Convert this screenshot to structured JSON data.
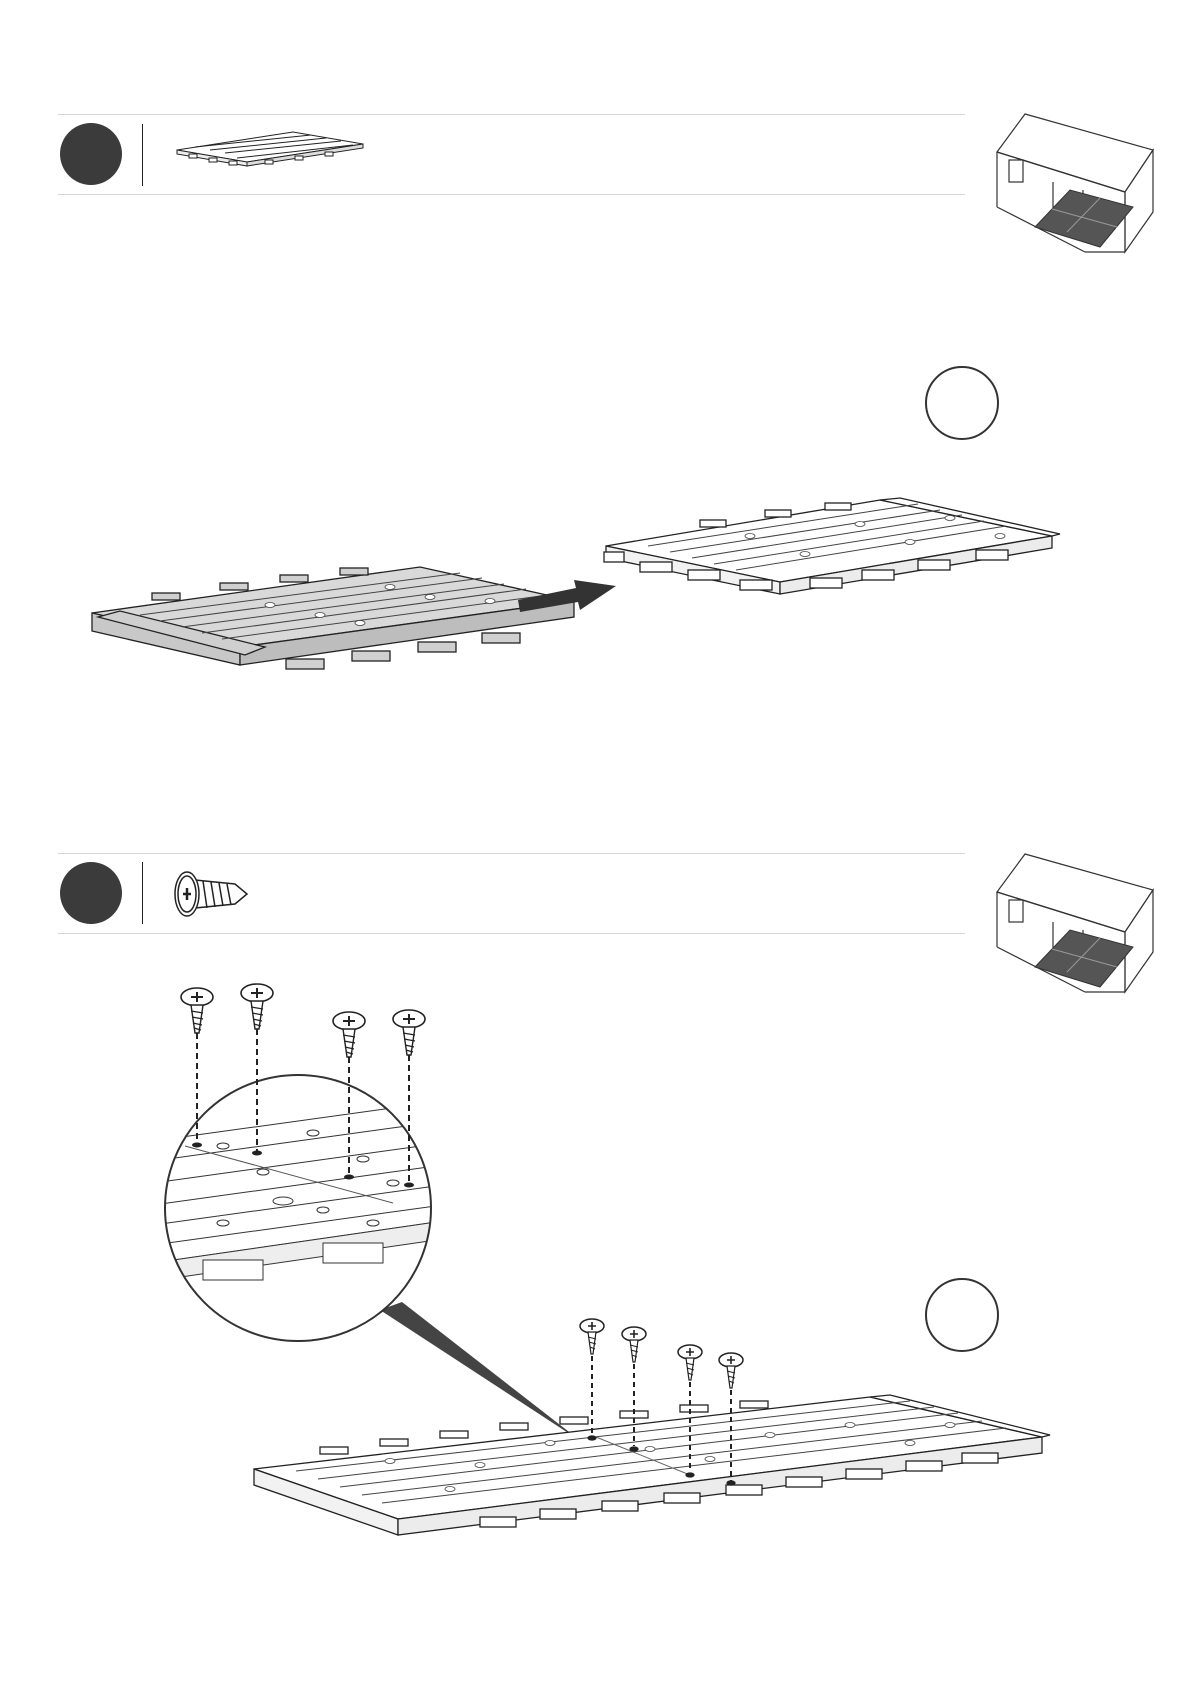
{
  "page": {
    "steps": [
      {
        "number": "",
        "parts_icon": "floor-panel-icon",
        "location_icon": "shed-floor-location-icon",
        "action": "slide-panels-together",
        "reference_circle_label": ""
      },
      {
        "number": "",
        "parts_icon": "screw-icon",
        "location_icon": "shed-floor-location-icon",
        "action": "fasten-with-screws",
        "screw_count": 4,
        "reference_circle_label": ""
      }
    ],
    "colors": {
      "step_badge": "#3b3b3b",
      "line": "#222222",
      "panel_fill_light": "#ffffff",
      "panel_fill_gray": "#d9d9d9",
      "shade_dark": "#555555",
      "arrow": "#333333"
    }
  }
}
